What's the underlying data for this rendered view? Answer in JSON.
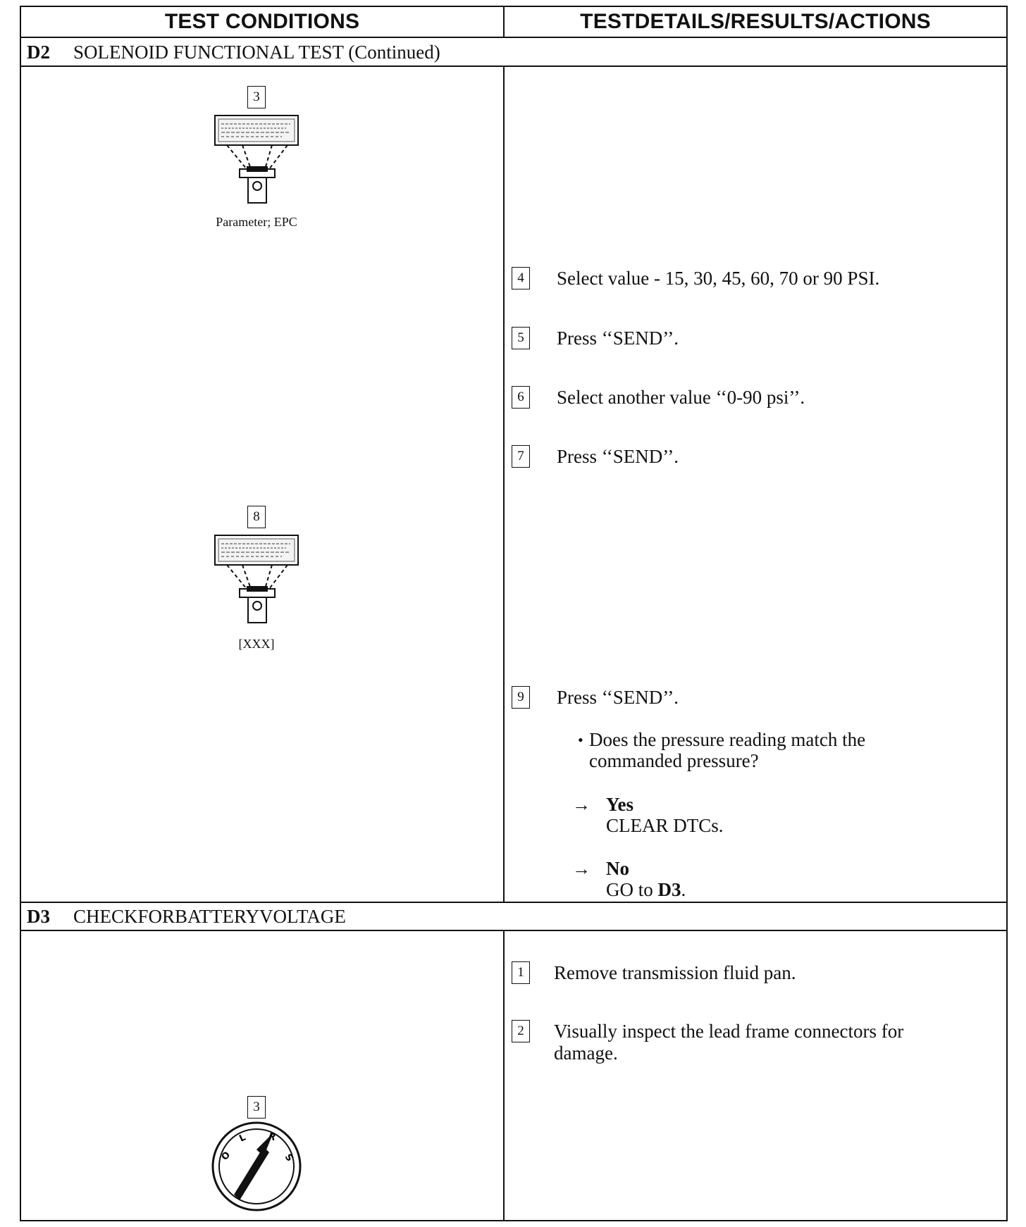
{
  "header": {
    "left": "TEST CONDITIONS",
    "right": "TESTDETAILS/RESULTS/ACTIONS"
  },
  "sections": [
    {
      "code": "D2",
      "title": "SOLENOID FUNCTIONAL TEST (Continued)",
      "left": {
        "tester1": {
          "step": "3",
          "caption": "Parameter; EPC"
        },
        "tester2": {
          "step": "8",
          "caption": "[XXX]"
        }
      },
      "steps": [
        {
          "num": "4",
          "text": "Select value - 15, 30, 45, 60, 70 or 90 PSI."
        },
        {
          "num": "5",
          "text": "Press ‘‘SEND’’."
        },
        {
          "num": "6",
          "text": "Select another value ‘‘0-90 psi’’."
        },
        {
          "num": "7",
          "text": "Press ‘‘SEND’’."
        },
        {
          "num": "9",
          "text": "Press ‘‘SEND’’."
        }
      ],
      "question": {
        "bullet": "•",
        "line1": "Does the pressure reading match the",
        "line2": "commanded pressure?"
      },
      "responses": [
        {
          "arrow": "→",
          "answer": "Yes",
          "action": "CLEAR DTCs."
        },
        {
          "arrow": "→",
          "answer": "No",
          "action_prefix": "GO to ",
          "action_bold": "D3",
          "action_suffix": "."
        }
      ]
    },
    {
      "code": "D3",
      "title": "CHECKFORBATTERYVOLTAGE",
      "left": {
        "ignition": {
          "step": "3",
          "positions": [
            "O",
            "L",
            "R",
            "S"
          ]
        }
      },
      "steps": [
        {
          "num": "1",
          "text": "Remove transmission fluid pan."
        },
        {
          "num": "2",
          "line1": "Visually inspect the lead frame connectors for",
          "line2": "damage."
        }
      ]
    }
  ]
}
